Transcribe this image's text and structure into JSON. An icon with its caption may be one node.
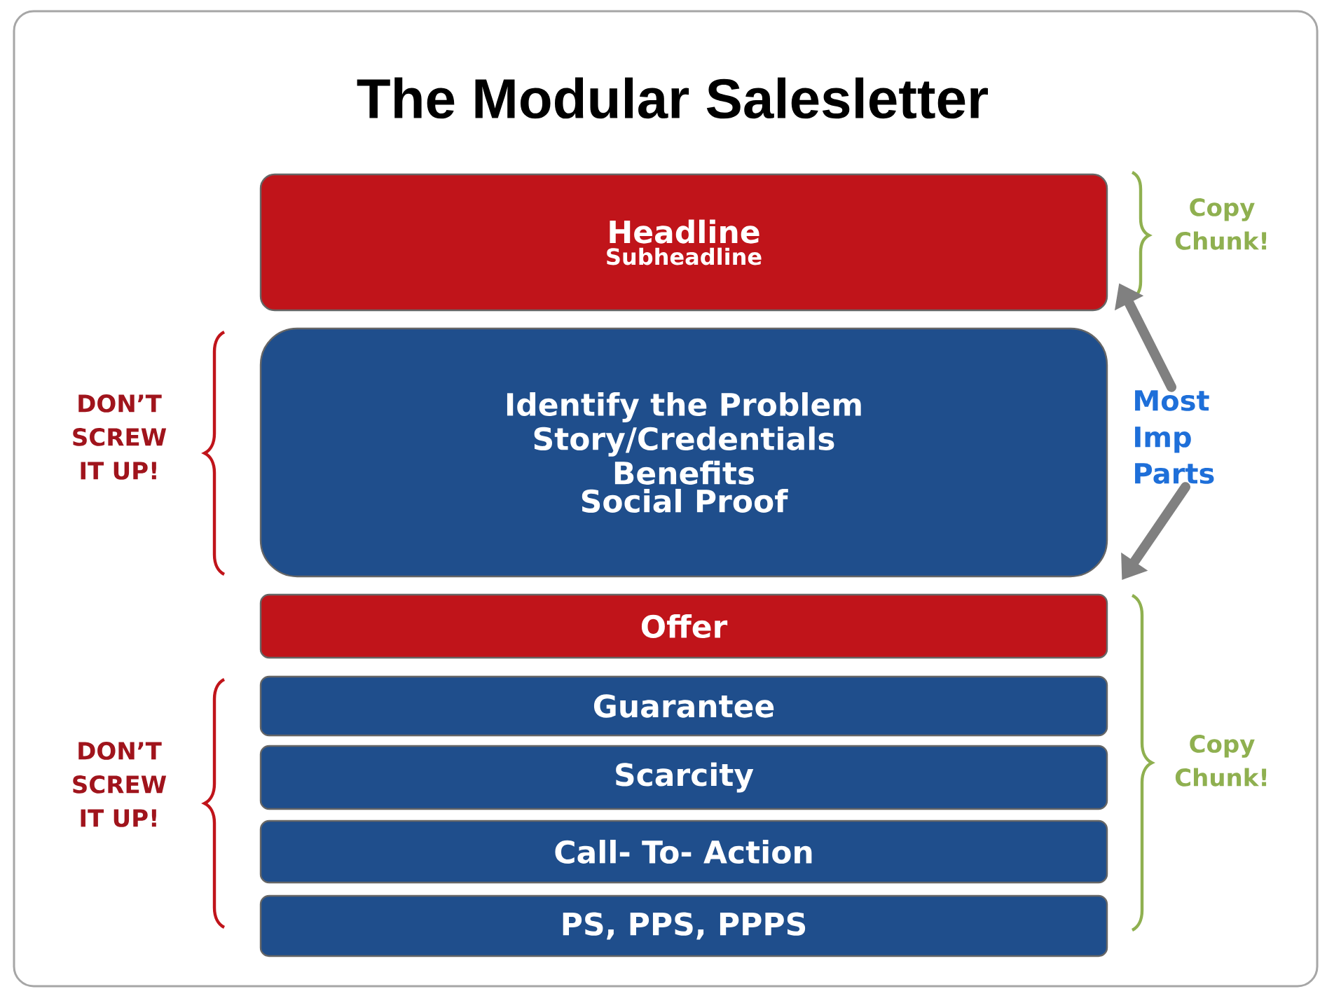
{
  "diagram": {
    "title": "The Modular Salesletter",
    "nodes": [
      {
        "text": [
          "Headline",
          "Subheadline"
        ]
      },
      {
        "text": [
          "Identify the Problem",
          "Story/Credentials",
          "Benefits",
          "Social Proof"
        ]
      },
      {
        "text": [
          "Offer"
        ]
      },
      {
        "text": [
          "Guarantee"
        ]
      },
      {
        "text": [
          "Scarcity"
        ]
      },
      {
        "text": [
          "Call- To- Action"
        ]
      },
      {
        "text": [
          "PS, PPS, PPPS"
        ]
      },
      {
        "text": [
          "Most Imp Parts"
        ]
      }
    ],
    "edges": [
      {
        "from": 7,
        "to": 0,
        "arrow": "to"
      },
      {
        "from": 7,
        "to": 1,
        "arrow": "to"
      }
    ],
    "labels": [
      "DON’T SCREW IT UP!",
      "Copy Chunk!",
      "DON’T SCREW IT UP!",
      "Copy Chunk!"
    ]
  }
}
